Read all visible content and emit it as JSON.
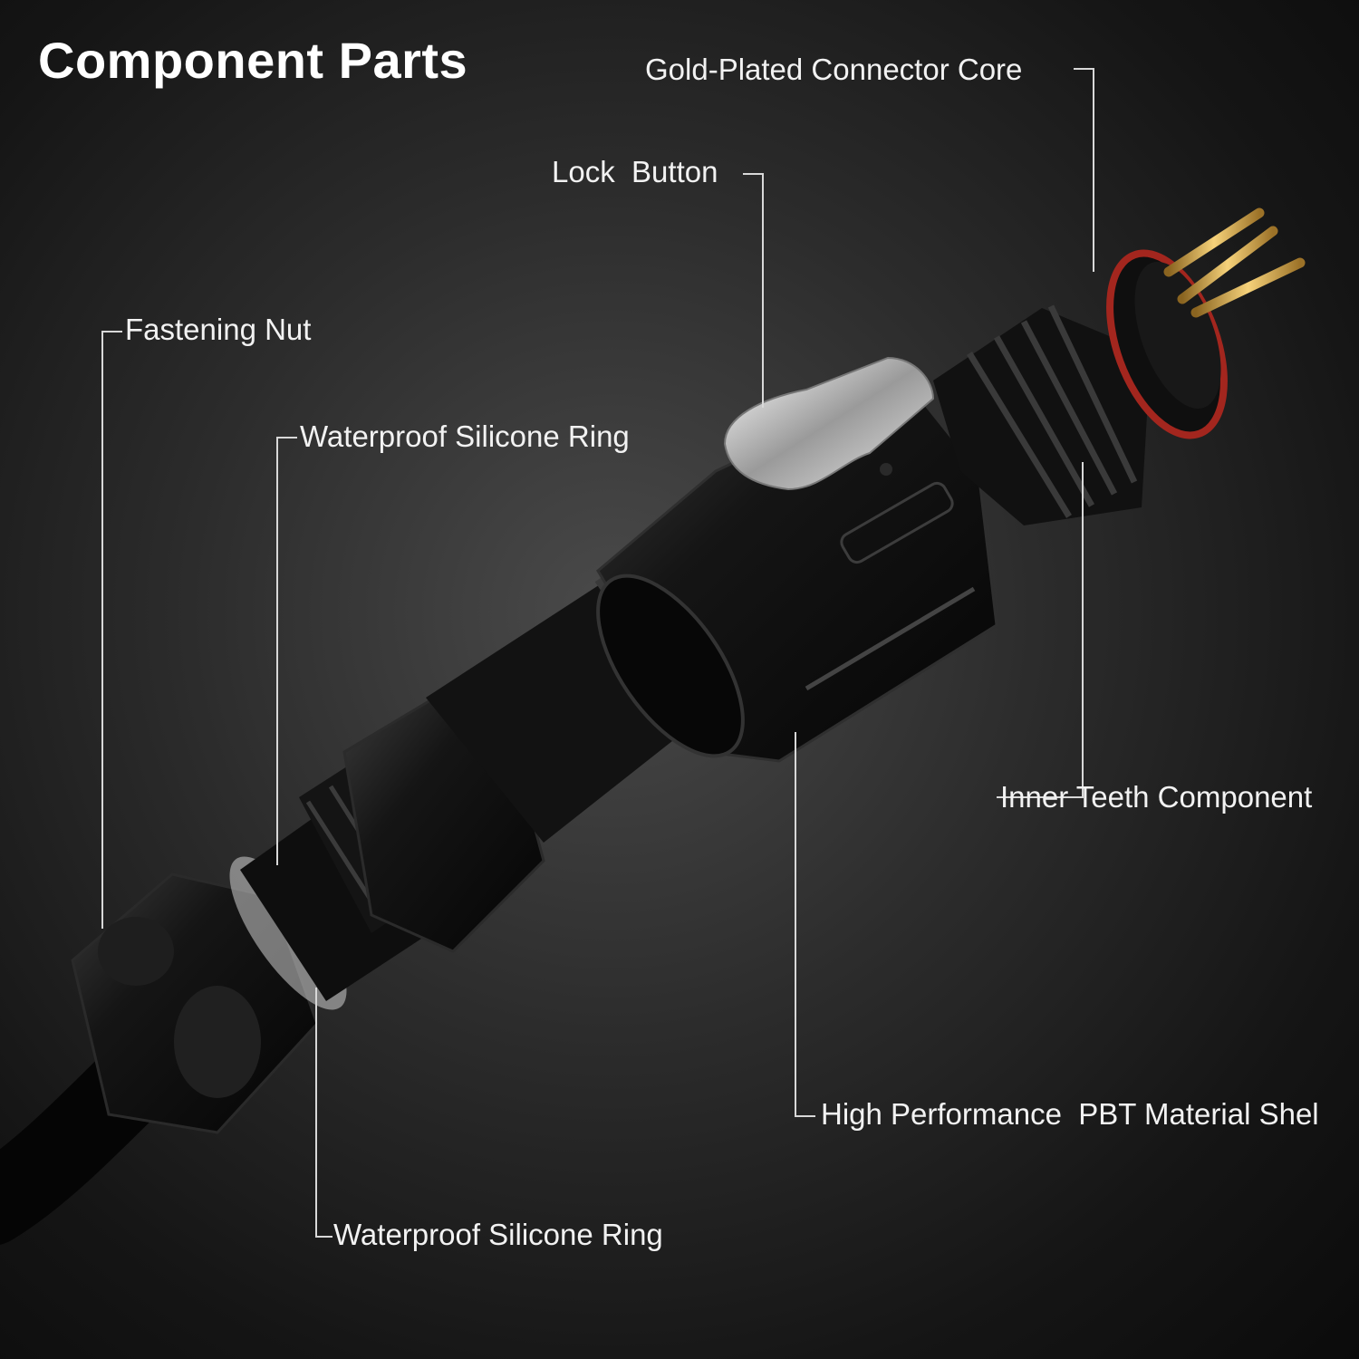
{
  "title": "Component Parts",
  "labels": {
    "gold_core": "Gold-Plated Connector Core",
    "lock_button": "Lock  Button",
    "fastening_nut": "Fastening Nut",
    "ring_upper": "Waterproof Silicone Ring",
    "inner_teeth": "Inner Teeth Component",
    "pbt_shell": "High Performance  PBT Material Shel",
    "ring_lower": "Waterproof Silicone Ring"
  },
  "colors": {
    "background": "#1c1c1c",
    "connector_body": "#0d0d0d",
    "gold_pins": "#d4a94a",
    "red_seal": "#a3261e",
    "chrome": "#cfcfcf",
    "leader_lines": "#d8d8d8"
  }
}
